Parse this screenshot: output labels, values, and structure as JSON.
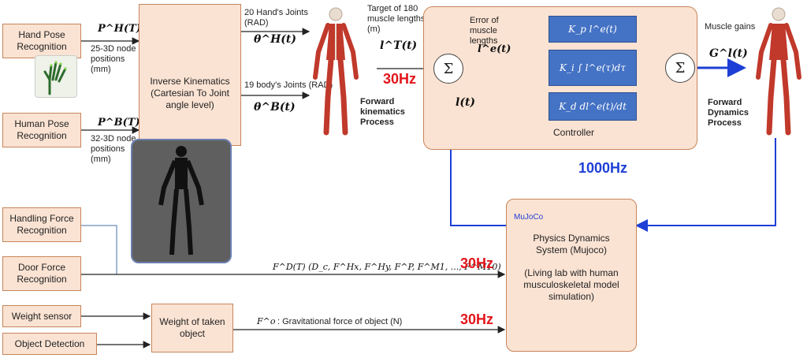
{
  "inputs": {
    "hand_pose": "Hand Pose Recognition",
    "human_pose": "Human Pose Recognition",
    "handling_force": "Handling Force Recognition",
    "door_force": "Door Force Recognition",
    "weight_sensor": "Weight sensor",
    "object_detection": "Object Detection"
  },
  "ik_box": "Inverse Kinematics (Cartesian To Joint angle level)",
  "weight_box": "Weight of taken object",
  "labels": {
    "hand_sym": "P^H(T)",
    "hand_nodes": "25-3D node positions (mm)",
    "body_sym": "P^B(T)",
    "body_nodes": "32-3D node positions (mm)",
    "hand_joints": "20 Hand's Joints (RAD)",
    "theta_h": "θ^H(t)",
    "body_joints": "19 body's Joints (RAD)",
    "theta_b": "θ^B(t)",
    "target": "Target of 180 muscle lengths (m)",
    "l_t": "l^T(t)",
    "error": "Error of muscle lengths",
    "l_e": "l^e(t)",
    "l_feedback": "l(t)",
    "controller": "Controller",
    "muscle_gains": "Muscle gains",
    "g_t": "G^l(t)",
    "fwd_kin": "Forward kinematics Process",
    "fwd_dyn": "Forward Dynamics Process",
    "fd": "F^D(T)   (D_c, F^Hx, F^Hy, F^P, F^M1, ..., F^M10)",
    "fo": "F^o",
    "grav": ": Gravitational force of object (N)"
  },
  "controller_terms": {
    "p": "K_p l^e(t)",
    "i": "K_i ∫ l^e(τ)dτ",
    "d": "K_d dl^e(t)/dt"
  },
  "sum_symbol": "Σ",
  "rates": {
    "r1": "30Hz",
    "r2": "1000Hz",
    "r3": "30Hz",
    "r4": "30Hz"
  },
  "physics": {
    "logo": "MuJoCo",
    "title": "Physics Dynamics System (Mujoco)",
    "desc": "(Living lab with human musculoskeletal model simulation)"
  },
  "colors": {
    "box_fill": "#fbe3d3",
    "box_border": "#c6855a",
    "controller_blue": "#4472c4",
    "arrow_blue": "#1d3fd6",
    "rate_red": "#e3151a"
  }
}
